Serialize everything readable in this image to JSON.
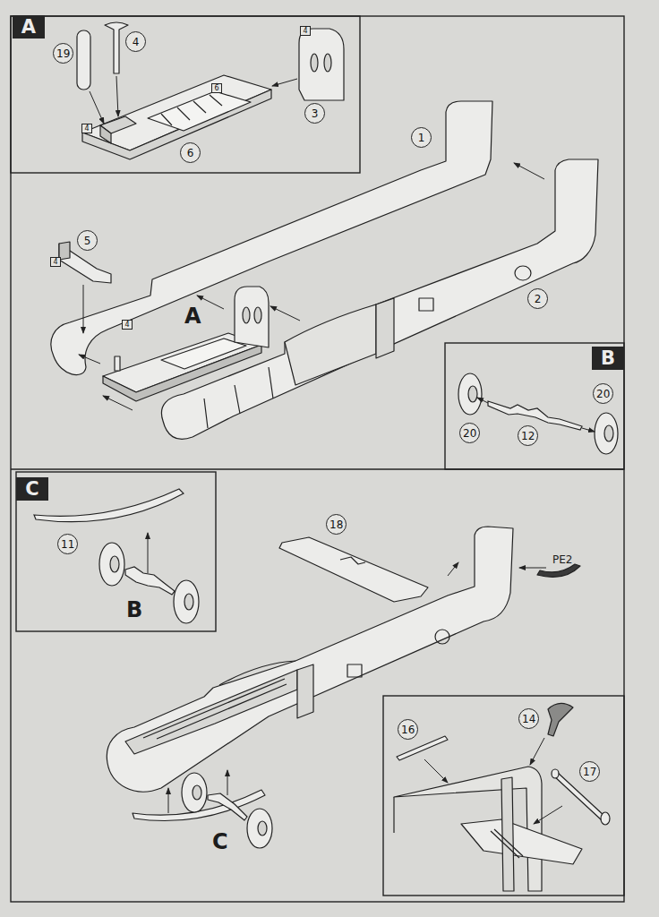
{
  "diagram": {
    "nodes": [
      {
        "text": [
          "A"
        ]
      },
      {
        "text": [
          "19"
        ]
      },
      {
        "text": [
          "4"
        ]
      },
      {
        "text": [
          "4"
        ]
      },
      {
        "text": [
          "6"
        ]
      },
      {
        "text": [
          "3"
        ]
      },
      {
        "text": [
          "4"
        ]
      },
      {
        "text": [
          "6"
        ]
      },
      {
        "text": [
          "1"
        ]
      },
      {
        "text": [
          "5"
        ]
      },
      {
        "text": [
          "4"
        ]
      },
      {
        "text": [
          "2"
        ]
      },
      {
        "text": [
          "4"
        ]
      },
      {
        "text": [
          "B"
        ]
      },
      {
        "text": [
          "20"
        ]
      },
      {
        "text": [
          "20"
        ]
      },
      {
        "text": [
          "12"
        ]
      },
      {
        "text": [
          "C"
        ]
      },
      {
        "text": [
          "11"
        ]
      },
      {
        "text": [
          "18"
        ]
      },
      {
        "text": [
          "16"
        ]
      },
      {
        "text": [
          "14"
        ]
      },
      {
        "text": [
          "17"
        ]
      }
    ],
    "labels": [
      "A",
      "B",
      "PE2",
      "C"
    ]
  }
}
